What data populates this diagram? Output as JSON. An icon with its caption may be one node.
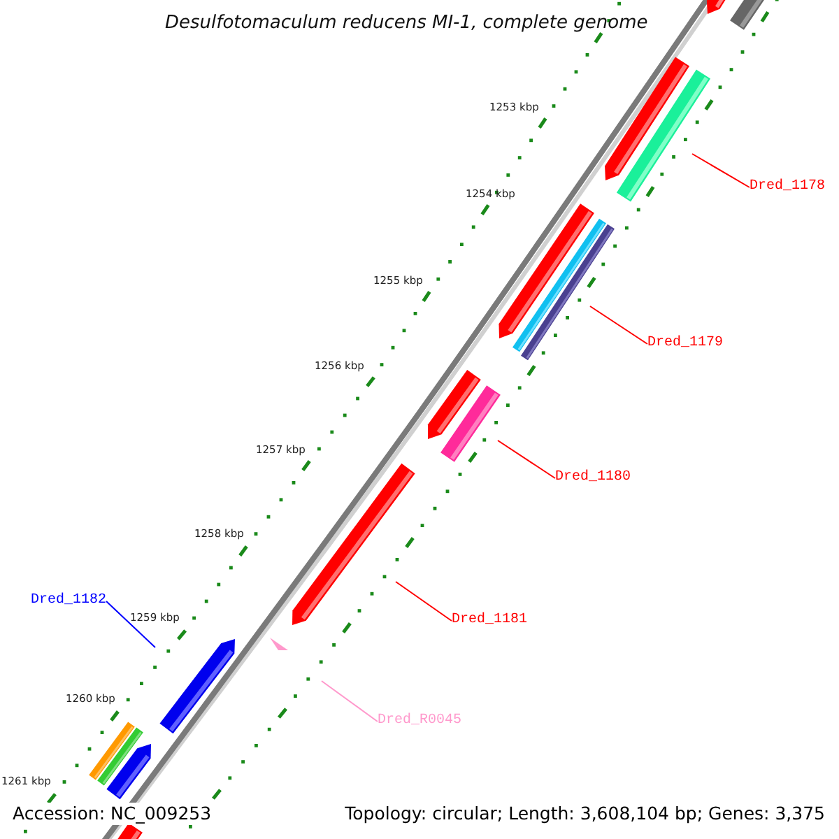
{
  "diagram": {
    "title": "Desulfotomaculum reducens MI-1, complete genome",
    "nodes": [
      {
        "text": [
          "Dred_1178"
        ]
      },
      {
        "text": [
          "Dred_1179"
        ]
      },
      {
        "text": [
          "Dred_1180"
        ]
      },
      {
        "text": [
          "Dred_1181"
        ]
      },
      {
        "text": [
          "Dred_1182"
        ]
      },
      {
        "text": [
          "Dred_R0045"
        ]
      }
    ],
    "edges": [
      {
        "from": 0,
        "to": null,
        "arrow": "none"
      },
      {
        "from": 1,
        "to": null,
        "arrow": "none"
      },
      {
        "from": 2,
        "to": null,
        "arrow": "none"
      },
      {
        "from": 3,
        "to": null,
        "arrow": "none"
      },
      {
        "from": 4,
        "to": null,
        "arrow": "none",
        "color": "#0000ff"
      },
      {
        "from": 5,
        "to": null,
        "arrow": "none",
        "color": "#ff99cc"
      }
    ],
    "labels": [
      "1253 kbp",
      "1254 kbp",
      "1255 kbp",
      "1256 kbp",
      "1257 kbp",
      "1258 kbp",
      "1259 kbp",
      "1260 kbp",
      "1261 kbp",
      "Accession: NC_009253",
      "Topology: circular; Length: 3,608,104 bp; Genes: 3,375"
    ]
  }
}
